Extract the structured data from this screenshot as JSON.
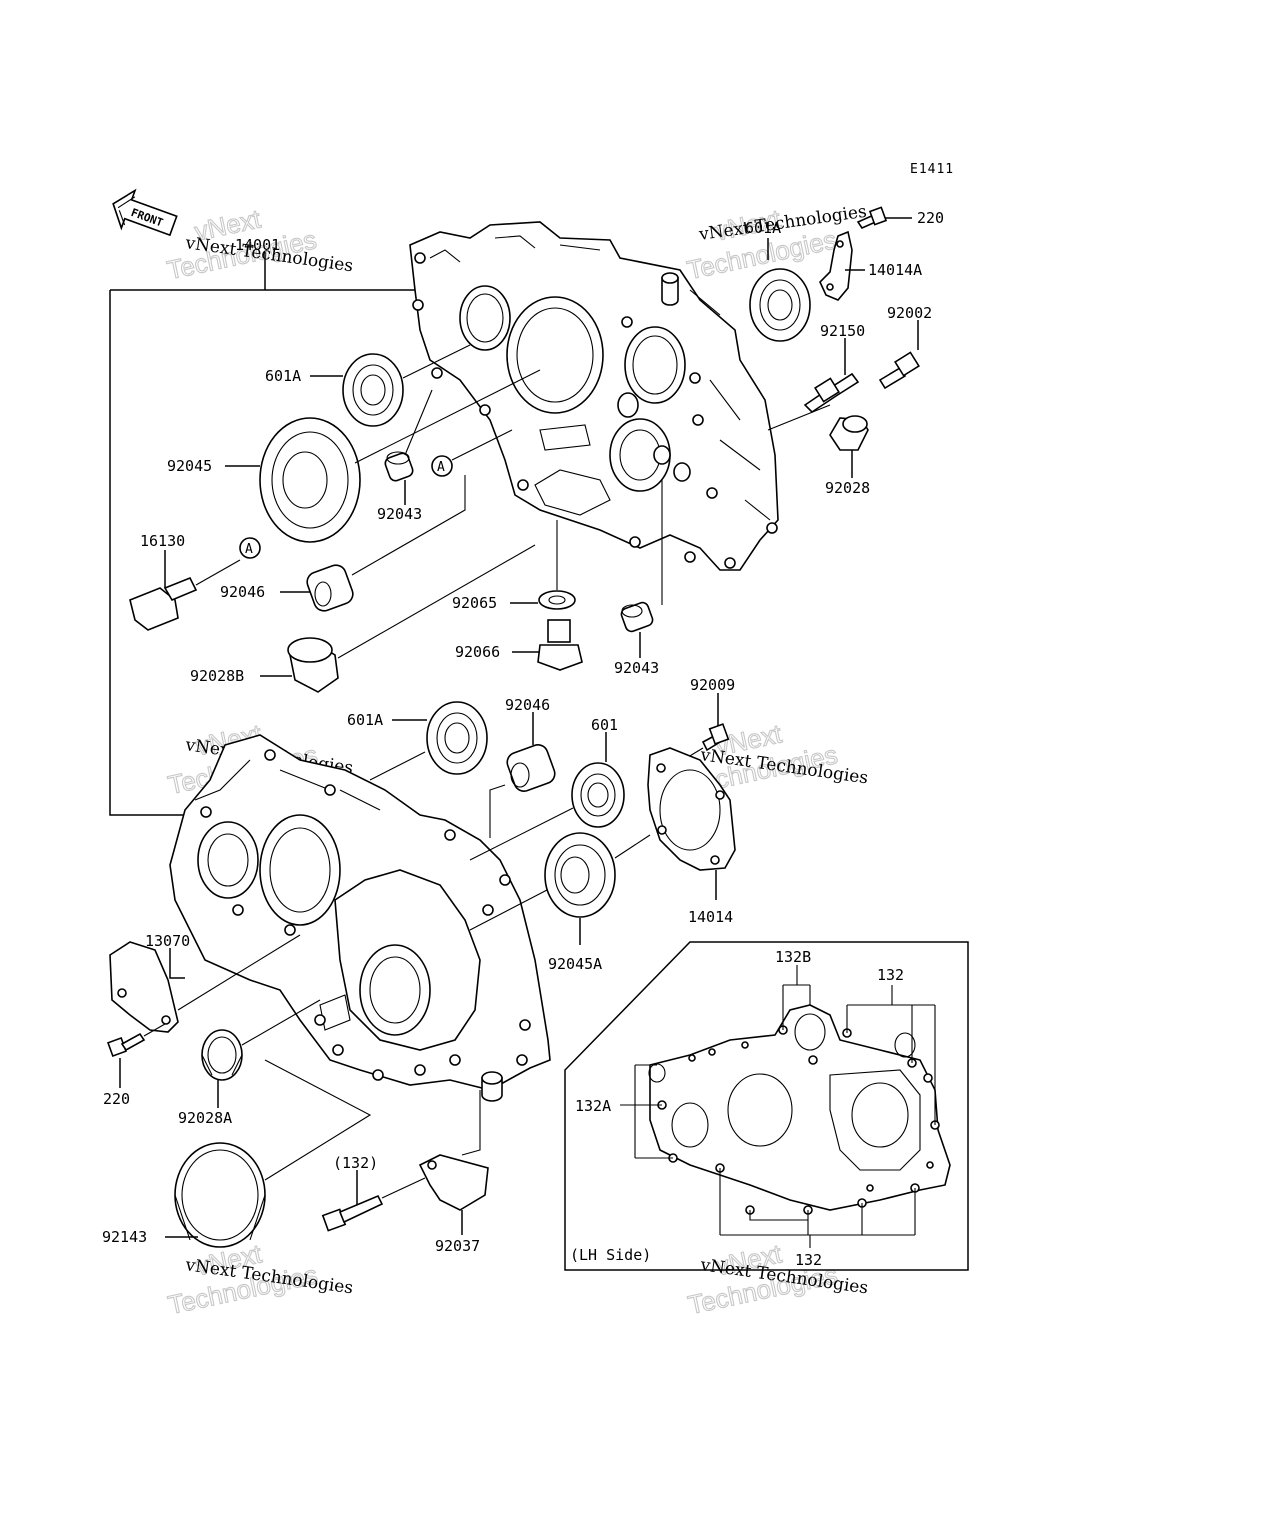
{
  "diagram_code": "E1411",
  "front_label": "FRONT",
  "watermark": {
    "line1": "vNext Technologies",
    "line2": "vNext",
    "line3": "Technologies"
  },
  "inset_label": "(LH Side)",
  "callouts": {
    "c14001": "14001",
    "c220_top": "220",
    "c601A_top": "601A",
    "c14014A": "14014A",
    "c92150": "92150",
    "c92002": "92002",
    "c601A_left": "601A",
    "c92045": "92045",
    "c92043_top": "92043",
    "cA_mid": "A",
    "c92028": "92028",
    "c16130": "16130",
    "cA_left": "A",
    "c92046_left": "92046",
    "c92065": "92065",
    "c92066": "92066",
    "c92043_mid": "92043",
    "c92028B": "92028B",
    "c92009": "92009",
    "c601A_mid": "601A",
    "c92046_mid": "92046",
    "c601": "601",
    "c14014": "14014",
    "c92045A": "92045A",
    "c13070": "13070",
    "c220_bottom": "220",
    "c92028A": "92028A",
    "c132_paren": "(132)",
    "c92143": "92143",
    "c92037": "92037",
    "c132B": "132B",
    "c132_top": "132",
    "c132A": "132A",
    "c132_bottom": "132"
  }
}
